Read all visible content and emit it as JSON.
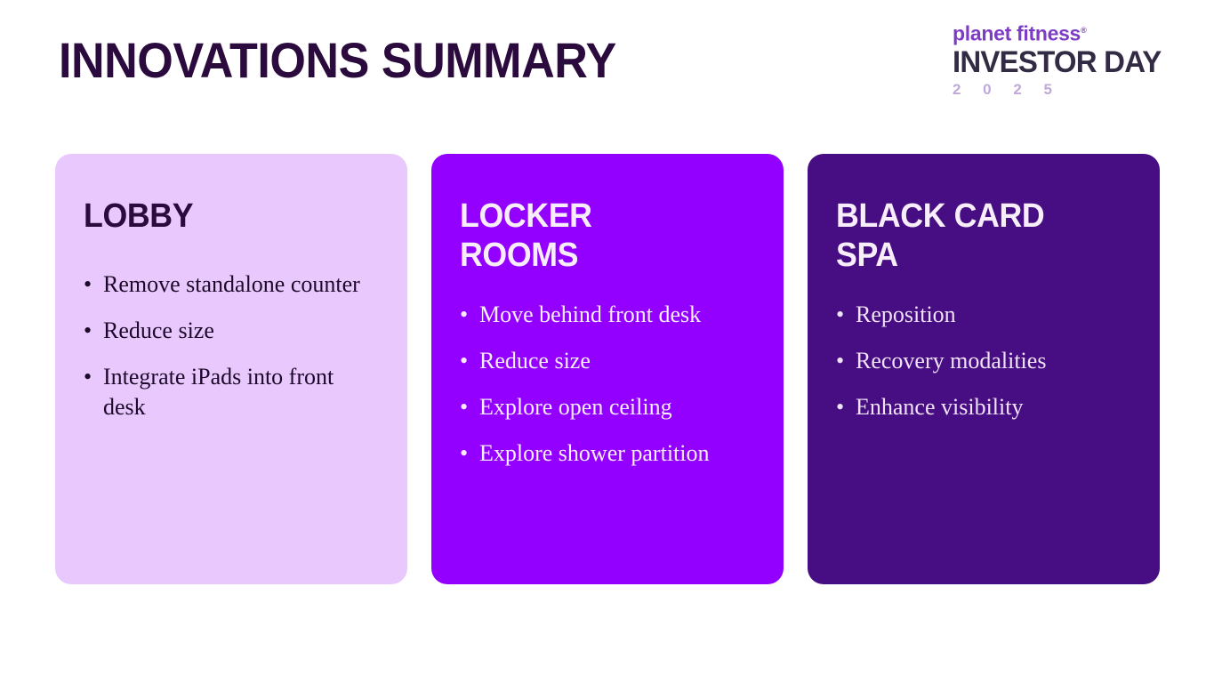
{
  "header": {
    "title": "INNOVATIONS SUMMARY",
    "title_color": "#2b0a3d",
    "logo": {
      "brand": "planet fitness",
      "trademark": "®",
      "event": "INVESTOR DAY",
      "year": "2 0 2 5",
      "brand_color": "#7d3cc4",
      "event_color": "#332b44",
      "year_color": "#bfa9d6"
    }
  },
  "cards": [
    {
      "id": "lobby",
      "heading": "LOBBY",
      "background_color": "#e9c9fd",
      "text_color": "#1d0a2b",
      "bullets": [
        "Remove standalone counter",
        "Reduce size",
        "Integrate iPads into front desk"
      ]
    },
    {
      "id": "locker-rooms",
      "heading": "LOCKER\nROOMS",
      "background_color": "#9400ff",
      "text_color": "#f7edfb",
      "bullets": [
        "Move behind front desk",
        "Reduce size",
        "Explore open ceiling",
        "Explore shower partition"
      ]
    },
    {
      "id": "black-card-spa",
      "heading": "BLACK CARD\nSPA",
      "background_color": "#470d82",
      "text_color": "#f0e2f8",
      "bullets": [
        "Reposition",
        "Recovery modalities",
        "Enhance visibility"
      ]
    }
  ]
}
